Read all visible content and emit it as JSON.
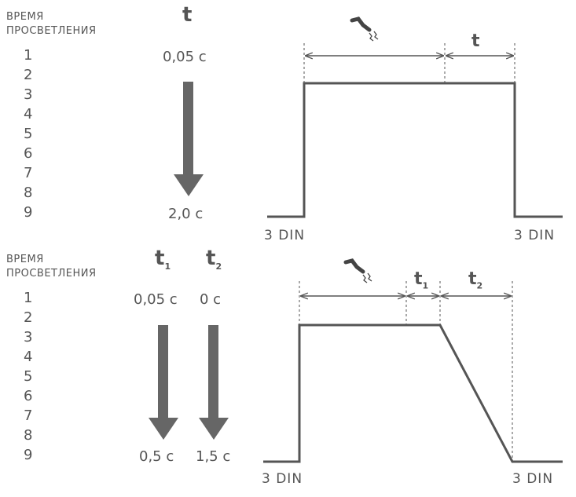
{
  "top": {
    "label_line1": "ВРЕМЯ",
    "label_line2": "ПРОСВЕТЛЕНИЯ",
    "t_header": "t",
    "levels": [
      "1",
      "2",
      "3",
      "4",
      "5",
      "6",
      "7",
      "8",
      "9"
    ],
    "value_start": "0,05 с",
    "value_end": "2,0 с",
    "din_left": "3 DIN",
    "din_right": "3 DIN",
    "t_label": "t",
    "weld_icon": "welding-torch-icon"
  },
  "bottom": {
    "label_line1": "ВРЕМЯ",
    "label_line2": "ПРОСВЕТЛЕНИЯ",
    "t1_header": "t",
    "t1_sub": "1",
    "t2_header": "t",
    "t2_sub": "2",
    "levels": [
      "1",
      "2",
      "3",
      "4",
      "5",
      "6",
      "7",
      "8",
      "9"
    ],
    "t1_value_start": "0,05 с",
    "t2_value_start": "0 с",
    "t1_value_end": "0,5 с",
    "t2_value_end": "1,5 с",
    "din_left": "3 DIN",
    "din_right": "3 DIN",
    "t1_label": "t",
    "t1_label_sub": "1",
    "t2_label": "t",
    "t2_label_sub": "2",
    "weld_icon": "welding-torch-icon"
  },
  "colors": {
    "ink": "#555555",
    "arrow": "#666666"
  }
}
